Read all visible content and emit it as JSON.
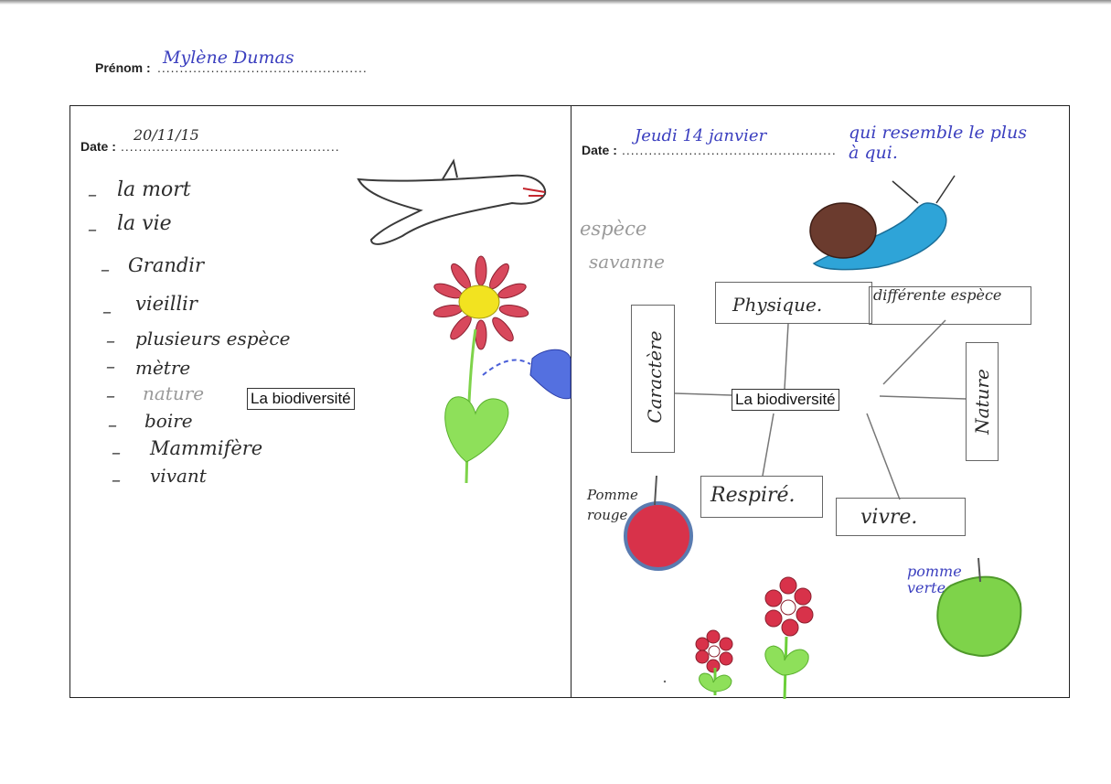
{
  "header": {
    "prenom_label": "Prénom :",
    "prenom_value": "Mylène Dumas"
  },
  "left": {
    "date_label": "Date :",
    "date_value": "20/11/15",
    "list": [
      "la mort",
      "la vie",
      "Grandir",
      "vieillir",
      "plusieurs espèce",
      "mètre",
      "nature",
      "boire",
      "Mammifère",
      "vivant"
    ],
    "title": "La biodiversité"
  },
  "right": {
    "date_label": "Date :",
    "date_value": "Jeudi 14 janvier",
    "question": "qui resemble le plus à qui.",
    "side_words": [
      "espèce",
      "savanne"
    ],
    "title": "La biodiversité",
    "map": {
      "physique": "Physique.",
      "espece": "différente espèce",
      "caractere": "Caractère",
      "nature": "Nature",
      "respire": "Respiré.",
      "vivre": "vivre."
    },
    "apple_red_label": "Pomme rouge",
    "apple_green_label": "pomme verte"
  },
  "colors": {
    "ink_blue": "#3b3fbf",
    "pencil": "#2c2c2c",
    "flower_red": "#d8324a",
    "leaf_green": "#7ed34a",
    "snail_brown": "#6b3b2e",
    "snail_blue": "#2ea4d8"
  }
}
